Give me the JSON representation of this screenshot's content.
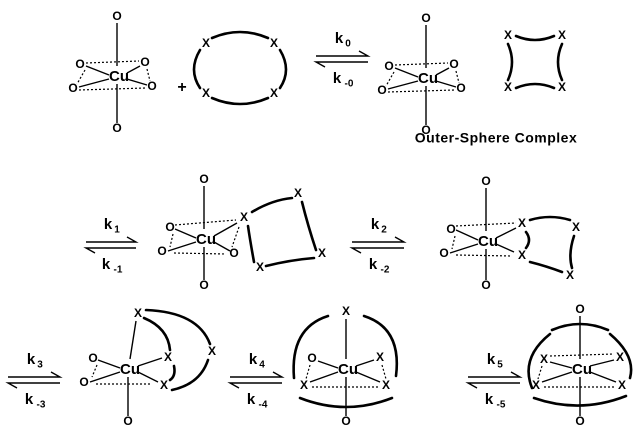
{
  "atoms": {
    "copper": "Cu",
    "oxygen": "O",
    "donor": "X"
  },
  "plus": "+",
  "caption": "Outer-Sphere Complex",
  "steps": [
    {
      "forward": "k",
      "fsub": "0",
      "reverse": "k",
      "rsub": "-0"
    },
    {
      "forward": "k",
      "fsub": "1",
      "reverse": "k",
      "rsub": "-1"
    },
    {
      "forward": "k",
      "fsub": "2",
      "reverse": "k",
      "rsub": "-2"
    },
    {
      "forward": "k",
      "fsub": "3",
      "reverse": "k",
      "rsub": "-3"
    },
    {
      "forward": "k",
      "fsub": "4",
      "reverse": "k",
      "rsub": "-4"
    },
    {
      "forward": "k",
      "fsub": "5",
      "reverse": "k",
      "rsub": "-5"
    }
  ]
}
